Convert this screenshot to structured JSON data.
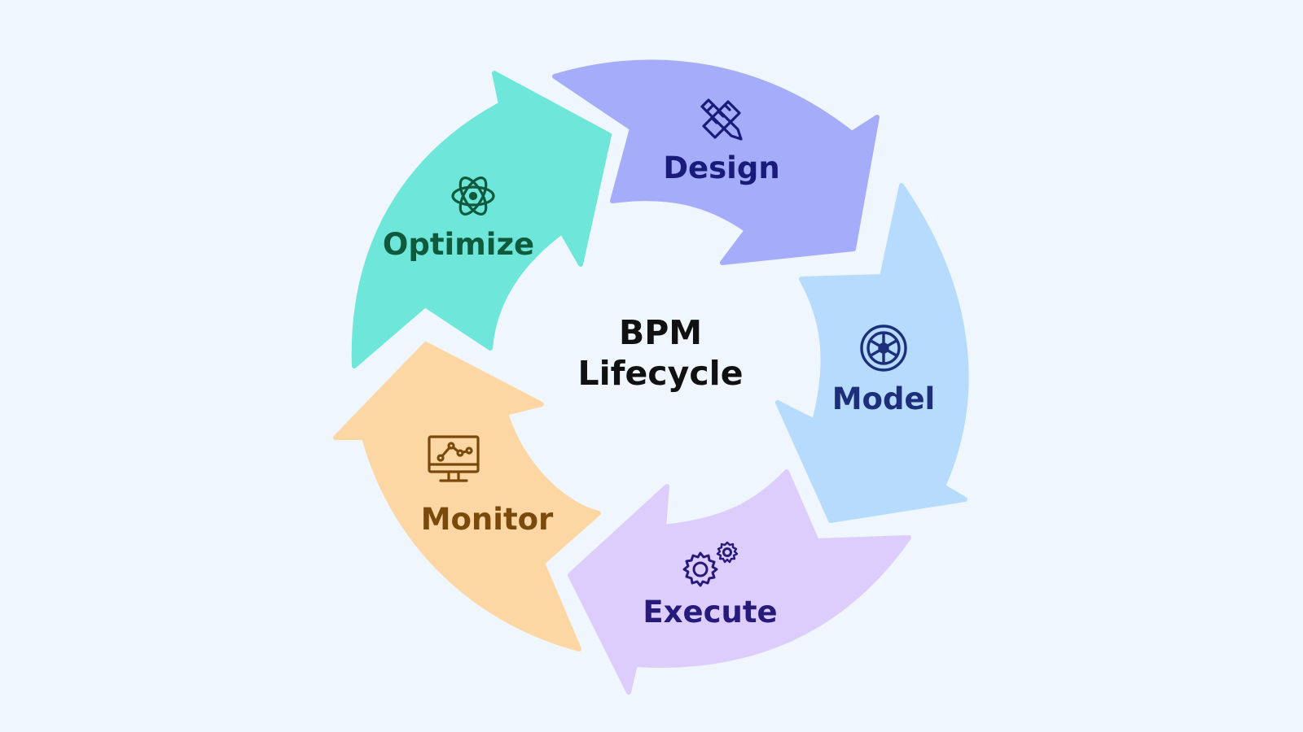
{
  "diagram": {
    "center": {
      "line1": "BPM",
      "line2": "Lifecycle"
    },
    "stages": [
      {
        "key": "design",
        "label": "Design",
        "icon": "pencil-ruler-icon",
        "fill": "#a5adfb",
        "text_color": "#1a1a7a"
      },
      {
        "key": "model",
        "label": "Model",
        "icon": "wheel-icon",
        "fill": "#b6dbfd",
        "text_color": "#1d2f7a"
      },
      {
        "key": "execute",
        "label": "Execute",
        "icon": "gears-icon",
        "fill": "#dccdfc",
        "text_color": "#261b7a"
      },
      {
        "key": "monitor",
        "label": "Monitor",
        "icon": "monitor-chart-icon",
        "fill": "#fcd7a4",
        "text_color": "#7a4a0c"
      },
      {
        "key": "optimize",
        "label": "Optimize",
        "icon": "atom-icon",
        "fill": "#6ee7da",
        "text_color": "#0f5a3d"
      }
    ]
  }
}
